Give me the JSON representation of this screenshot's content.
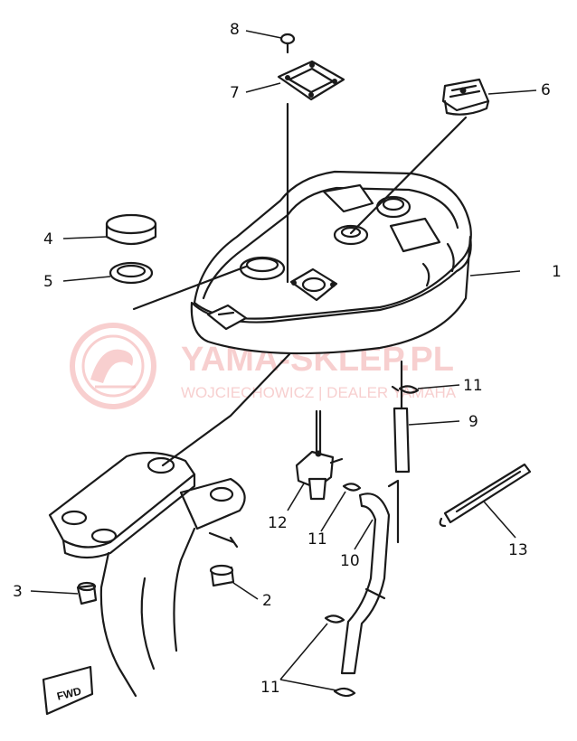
{
  "watermark": {
    "title": "YAMA-SKLEP.PL",
    "subtitle": "WOJCIECHOWICZ | DEALER YAMAHA",
    "color": "#f2a8a8"
  },
  "fwd_label": "FWD",
  "callouts": {
    "c1": "1",
    "c2": "2",
    "c3": "3",
    "c4": "4",
    "c5": "5",
    "c6": "6",
    "c7": "7",
    "c8": "8",
    "c9": "9",
    "c10": "10",
    "c11a": "11",
    "c11b": "11",
    "c11c": "11",
    "c12": "12",
    "c13": "13"
  }
}
